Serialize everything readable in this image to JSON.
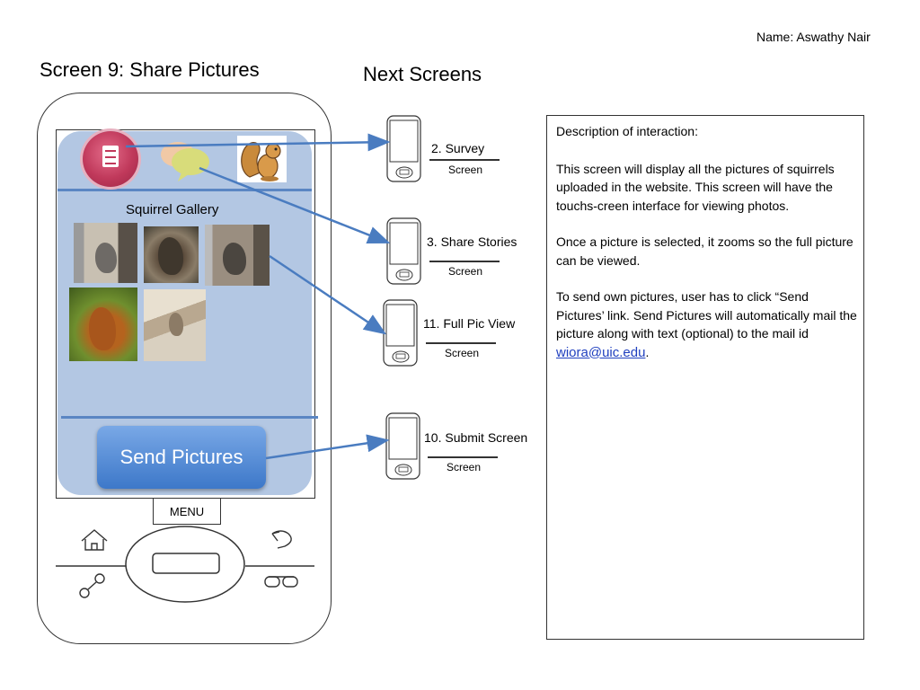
{
  "author": "Name: Aswathy Nair",
  "screen_title": "Screen 9: Share Pictures",
  "next_screens_title": "Next Screens",
  "phone": {
    "gallery_title": "Squirrel Gallery",
    "send_button_label": "Send Pictures",
    "menu_label": "MENU",
    "icons": [
      "survey-icon",
      "chat-icon",
      "squirrel-icon",
      "home-icon",
      "back-icon",
      "search-icon",
      "voicemail-icon"
    ]
  },
  "next_screens": [
    {
      "title": "2. Survey",
      "subtitle": "Screen"
    },
    {
      "title": "3. Share Stories",
      "subtitle": "Screen"
    },
    {
      "title": "11. Full Pic View",
      "subtitle": "Screen"
    },
    {
      "title": "10. Submit Screen",
      "subtitle": "Screen"
    }
  ],
  "description": {
    "heading": "Description of interaction:",
    "paragraph1": "This screen will display all the pictures of squirrels uploaded in the website. This screen will have the touchs-creen interface for viewing photos.",
    "paragraph2": "Once a picture is selected, it zooms so the full picture can be viewed.",
    "paragraph3": "To send own pictures, user has to click “Send Pictures’ link. Send Pictures will  automatically mail the picture along with text (optional) to the mail id",
    "email": "wiora@uic.edu",
    "period": "."
  },
  "colors": {
    "screen_bg": "#b3c7e3",
    "accent_blue": "#4a7cc0",
    "button_blue": "#5a90d8",
    "link_blue": "#1f3fbf"
  }
}
